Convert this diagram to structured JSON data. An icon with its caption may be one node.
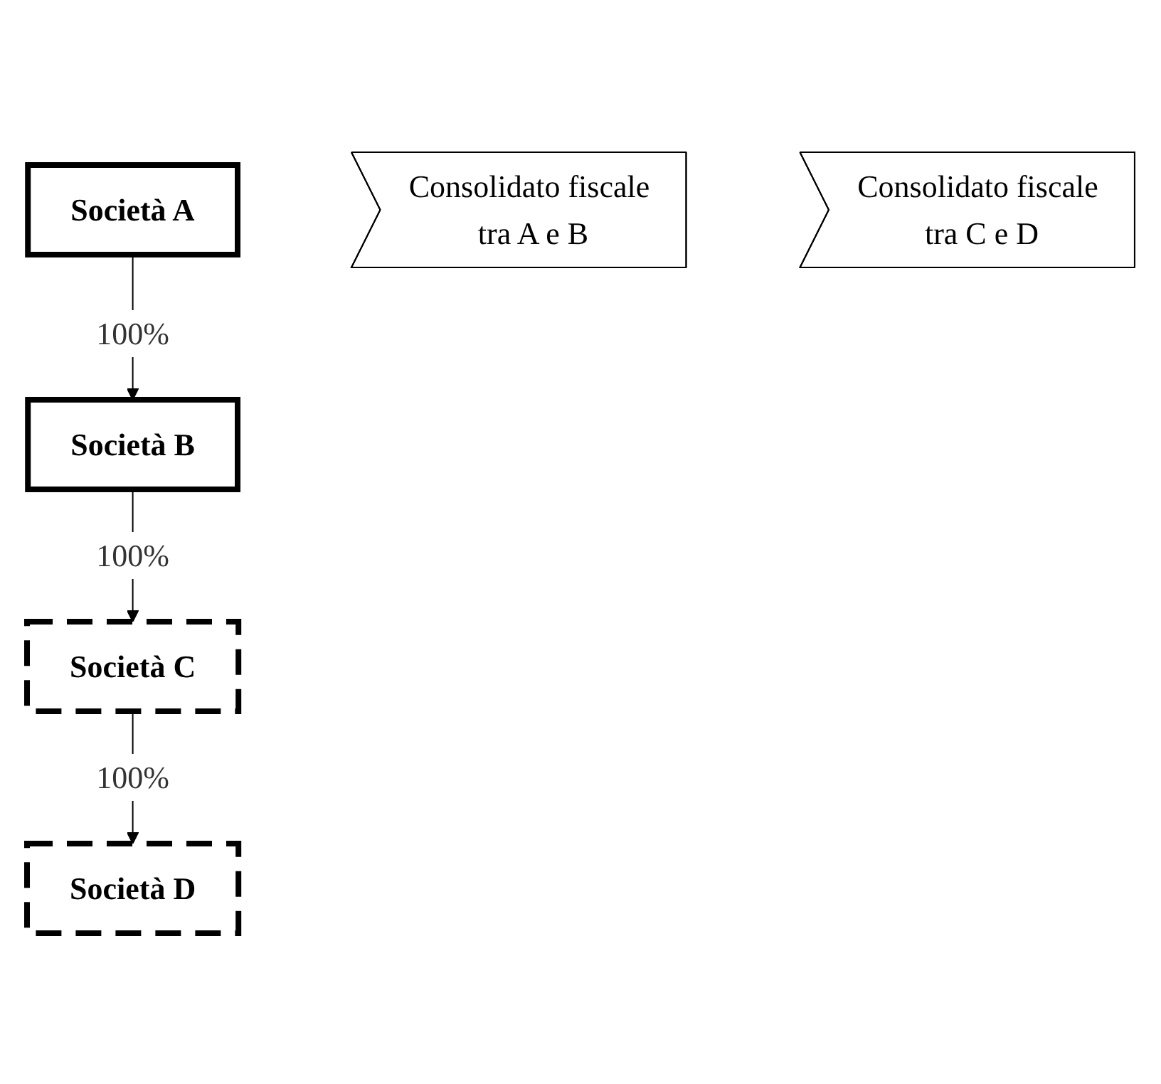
{
  "diagram": {
    "nodes": [
      {
        "text": [
          "Società A"
        ]
      },
      {
        "text": [
          "Società B"
        ]
      },
      {
        "text": [
          "Società C"
        ]
      },
      {
        "text": [
          "Società D"
        ]
      },
      {
        "text": [
          "Consolidato fiscale tra A e B"
        ]
      },
      {
        "text": [
          "Consolidato fiscale tra C e D"
        ]
      }
    ],
    "edges": [
      {
        "from": 0,
        "to": 1,
        "arrow": "to",
        "label": "100%"
      },
      {
        "from": 1,
        "to": 2,
        "arrow": "to",
        "label": "100%"
      },
      {
        "from": 2,
        "to": 3,
        "arrow": "to",
        "label": "100%"
      }
    ]
  }
}
